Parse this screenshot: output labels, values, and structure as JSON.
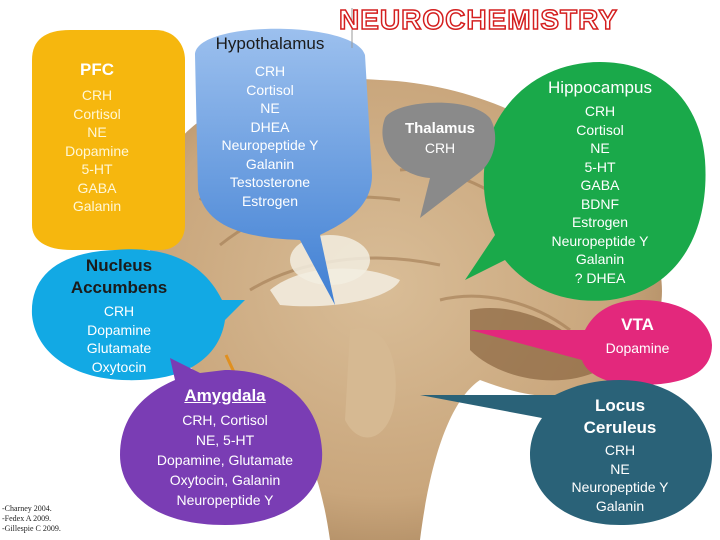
{
  "title": "NEUROCHEMISTRY",
  "colors": {
    "pfc": "#f6b70e",
    "hypothalamus_top": "#8fb7ea",
    "hypothalamus_bottom": "#4a86d6",
    "hippocampus": "#1aa94a",
    "thalamus": "#8a8a8a",
    "nucleus_accumbens": "#12a9e4",
    "vta": "#e3287c",
    "amygdala": "#7a3db4",
    "locus_ceruleus": "#2a6278",
    "title": "#d41f1f"
  },
  "regions": {
    "pfc": {
      "name": "PFC",
      "items": [
        "CRH",
        "Cortisol",
        "NE",
        "Dopamine",
        "5-HT",
        "GABA",
        "Galanin"
      ]
    },
    "hypothalamus": {
      "name": "Hypothalamus",
      "items": [
        "CRH",
        "Cortisol",
        "NE",
        "DHEA",
        "Neuropeptide Y",
        "Galanin",
        "Testosterone",
        "Estrogen"
      ]
    },
    "hippocampus": {
      "name": "Hippocampus",
      "items": [
        "CRH",
        "Cortisol",
        "NE",
        "5-HT",
        "GABA",
        "BDNF",
        "Estrogen",
        "Neuropeptide Y",
        "Galanin",
        "? DHEA"
      ]
    },
    "thalamus": {
      "name": "Thalamus",
      "items": [
        "CRH"
      ]
    },
    "nucleus_accumbens": {
      "name_line1": "Nucleus",
      "name_line2": "Accumbens",
      "items": [
        "CRH",
        "Dopamine",
        "Glutamate",
        "Oxytocin"
      ]
    },
    "vta": {
      "name": "VTA",
      "items": [
        "Dopamine"
      ]
    },
    "amygdala": {
      "name": "Amygdala",
      "items": [
        "CRH, Cortisol",
        "NE, 5-HT",
        "Dopamine, Glutamate",
        "Oxytocin, Galanin",
        "Neuropeptide Y"
      ]
    },
    "locus_ceruleus": {
      "name_line1": "Locus",
      "name_line2": "Ceruleus",
      "items": [
        "CRH",
        "NE",
        "Neuropeptide  Y",
        "Galanin"
      ]
    }
  },
  "references": [
    "-Charney 2004.",
    "-Fedex A 2009.",
    "-Gillespie C 2009."
  ]
}
